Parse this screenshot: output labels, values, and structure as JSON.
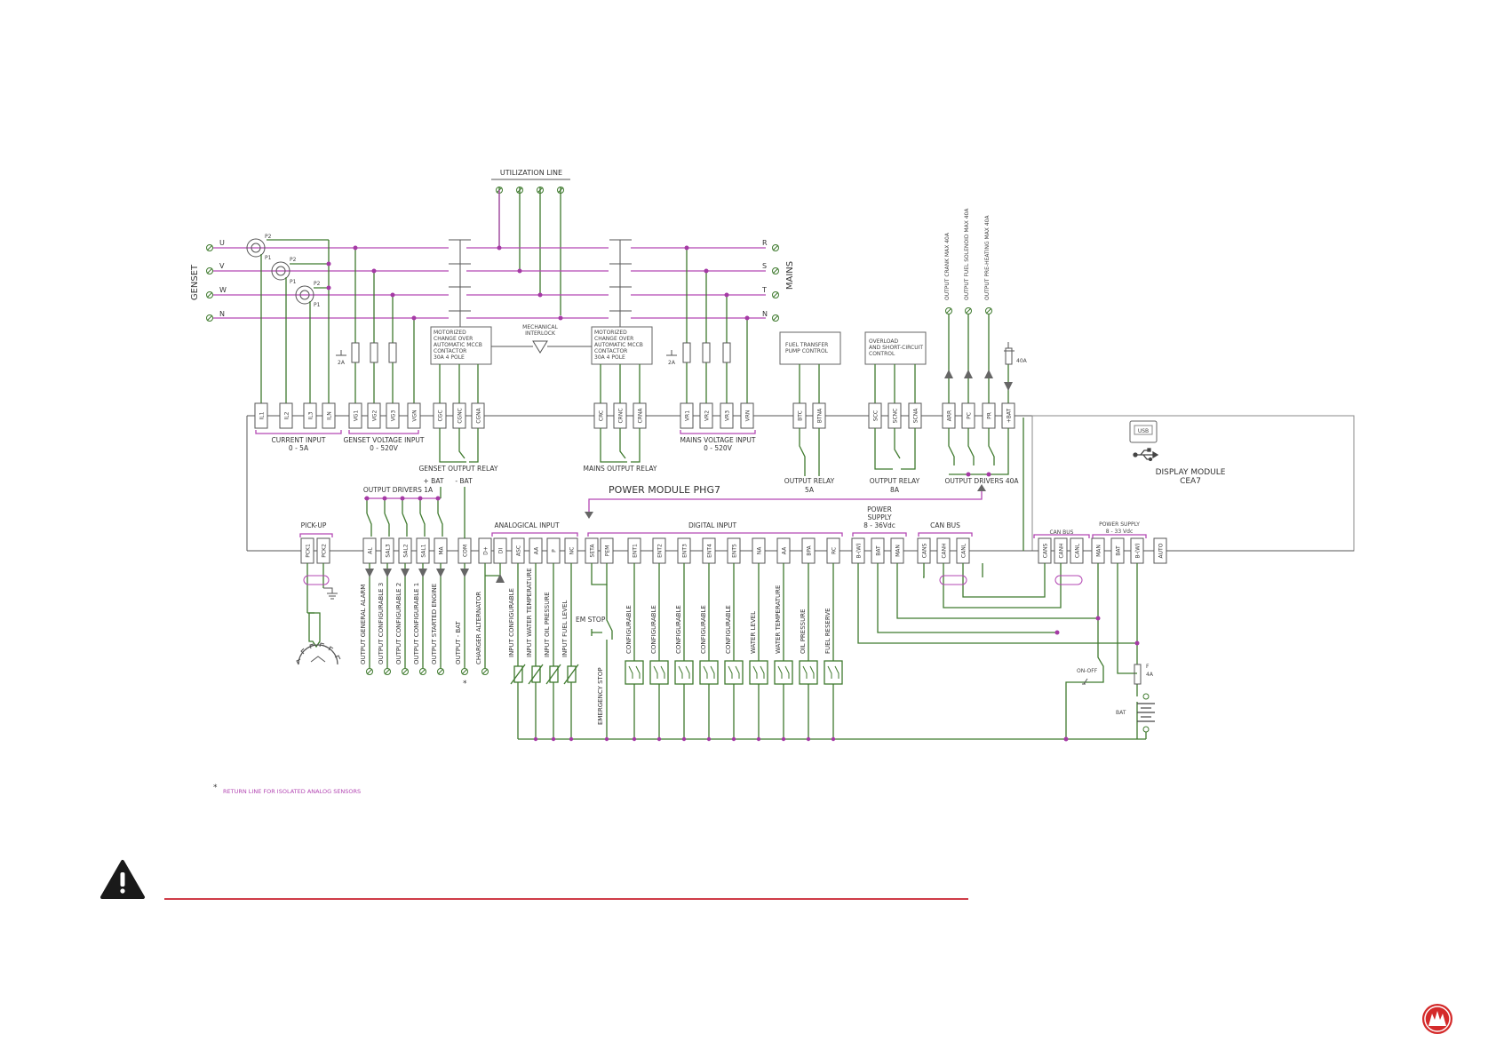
{
  "diagram": {
    "utilization_line": "UTILIZATION LINE",
    "genset": "GENSET",
    "mains": "MAINS",
    "genset_phases": [
      "U",
      "V",
      "W",
      "N"
    ],
    "mains_phases": [
      "R",
      "S",
      "T",
      "N"
    ],
    "ct_labels": [
      "P2",
      "P1"
    ],
    "power_module": "POWER MODULE PHG7",
    "display_module": [
      "DISPLAY MODULE",
      "CEA7"
    ],
    "usb": "USB",
    "top_terminals": [
      "IL1",
      "IL2",
      "IL3",
      "ILN",
      "VG1",
      "VG2",
      "VG3",
      "VGN",
      "CGC",
      "CGNC",
      "CGNA",
      "CRC",
      "CRNC",
      "CRNA",
      "VR1",
      "VR2",
      "VR3",
      "VRN",
      "BTC",
      "BTNA",
      "SCC",
      "SCNC",
      "SCNA",
      "ARR",
      "PC",
      "PR",
      "+BAT"
    ],
    "bottom_terminals": [
      "PCK1",
      "PCK2",
      "AL",
      "SAL3",
      "SAL2",
      "SAL1",
      "MA",
      "COM",
      "D+",
      "DI",
      "ASC",
      "AA",
      "P",
      "NC",
      "SETA",
      "PEM",
      "ENT1",
      "ENT2",
      "ENT3",
      "ENT4",
      "ENT5",
      "NA",
      "AA",
      "BPA",
      "RC",
      "B-(W)",
      "BAT",
      "MAN",
      "CANS",
      "CANH",
      "CANL"
    ],
    "display_terminals": [
      "CANS",
      "CANH",
      "CANL",
      "MAN",
      "BAT",
      "B-(W)",
      "AUTO"
    ],
    "boxes": {
      "genset_contactor": [
        "MOTORIZED",
        "CHANGE OVER",
        "AUTOMATIC MCCB",
        "CONTACTOR",
        "30A 4 POLE"
      ],
      "mechanical_interlock": [
        "MECHANICAL",
        "INTERLOCK"
      ],
      "mains_contactor": [
        "MOTORIZED",
        "CHANGE OVER",
        "AUTOMATIC MCCB",
        "CONTACTOR",
        "30A 4 POLE"
      ],
      "fuel_transfer": [
        "FUEL TRANSFER",
        "PUMP CONTROL"
      ],
      "overload": [
        "OVERLOAD",
        "AND SHORT-CIRCUIT",
        "CONTROL"
      ]
    },
    "fuses": {
      "genset": "2A",
      "mains": "2A",
      "battery_40a": "40A",
      "battery_4a": "4A"
    },
    "group_labels": {
      "current_input": [
        "CURRENT INPUT",
        "0 - 5A"
      ],
      "genset_voltage_input": [
        "GENSET VOLTAGE INPUT",
        "0 - 520V"
      ],
      "genset_output_relay": "GENSET OUTPUT RELAY",
      "mains_output_relay": "MAINS OUTPUT RELAY",
      "mains_voltage_input": [
        "MAINS VOLTAGE INPUT",
        "0 - 520V"
      ],
      "output_relay_5a": [
        "OUTPUT RELAY",
        "5A"
      ],
      "output_relay_8a": [
        "OUTPUT RELAY",
        "8A"
      ],
      "output_drivers_40a": "OUTPUT DRIVERS 40A",
      "pick_up": "PICK-UP",
      "output_drivers_1a": "OUTPUT DRIVERS 1A",
      "plus_bat": "+ BAT",
      "minus_bat": "- BAT",
      "analogical_input": "ANALOGICAL INPUT",
      "digital_input": "DIGITAL INPUT",
      "power_supply": [
        "POWER",
        "SUPPLY",
        "8 - 36Vdc"
      ],
      "can_bus": "CAN BUS",
      "can_bus_display": "CAN BUS",
      "power_supply_display": [
        "POWER SUPPLY",
        "8 - 33 Vdc"
      ]
    },
    "top_outputs": [
      "OUTPUT CRANK MAX 40A",
      "OUTPUT FUEL SOLENOID MAX 40A",
      "OUTPUT PRE-HEATING MAX 40A"
    ],
    "driver_outputs": [
      "OUTPUT GENERAL ALARM",
      "OUTPUT CONFIGURABLE 3",
      "OUTPUT CONFIGURABLE 2",
      "OUTPUT CONFIGURABLE 1",
      "OUTPUT STARTED ENGINE",
      "OUTPUT - BAT",
      "CHARGER ALTERNATOR"
    ],
    "analog_inputs": [
      "INPUT CONFIGURABLE",
      "INPUT WATER TEMPERATURE",
      "INPUT OIL PRESSURE",
      "INPUT FUEL LEVEL"
    ],
    "emergency": {
      "em_stop": "EM STOP",
      "stop": "EMERGENCY STOP"
    },
    "digital_inputs": [
      "CONFIGURABLE",
      "CONFIGURABLE",
      "CONFIGURABLE",
      "CONFIGURABLE",
      "CONFIGURABLE",
      "WATER LEVEL",
      "WATER TEMPERATURE",
      "OIL PRESSURE",
      "FUEL RESERVE"
    ],
    "on_off": "ON-OFF",
    "bat": "BAT",
    "asterisk": "*",
    "footnote": "RETURN LINE FOR ISOLATED ANALOG SENSORS"
  },
  "colors": {
    "green": "#3f7a2e",
    "magenta": "#b347b3",
    "warning_line": "#c8202e",
    "logo": "#d42a2a"
  },
  "icons": [
    "warning-icon",
    "logo-icon",
    "usb-icon"
  ]
}
